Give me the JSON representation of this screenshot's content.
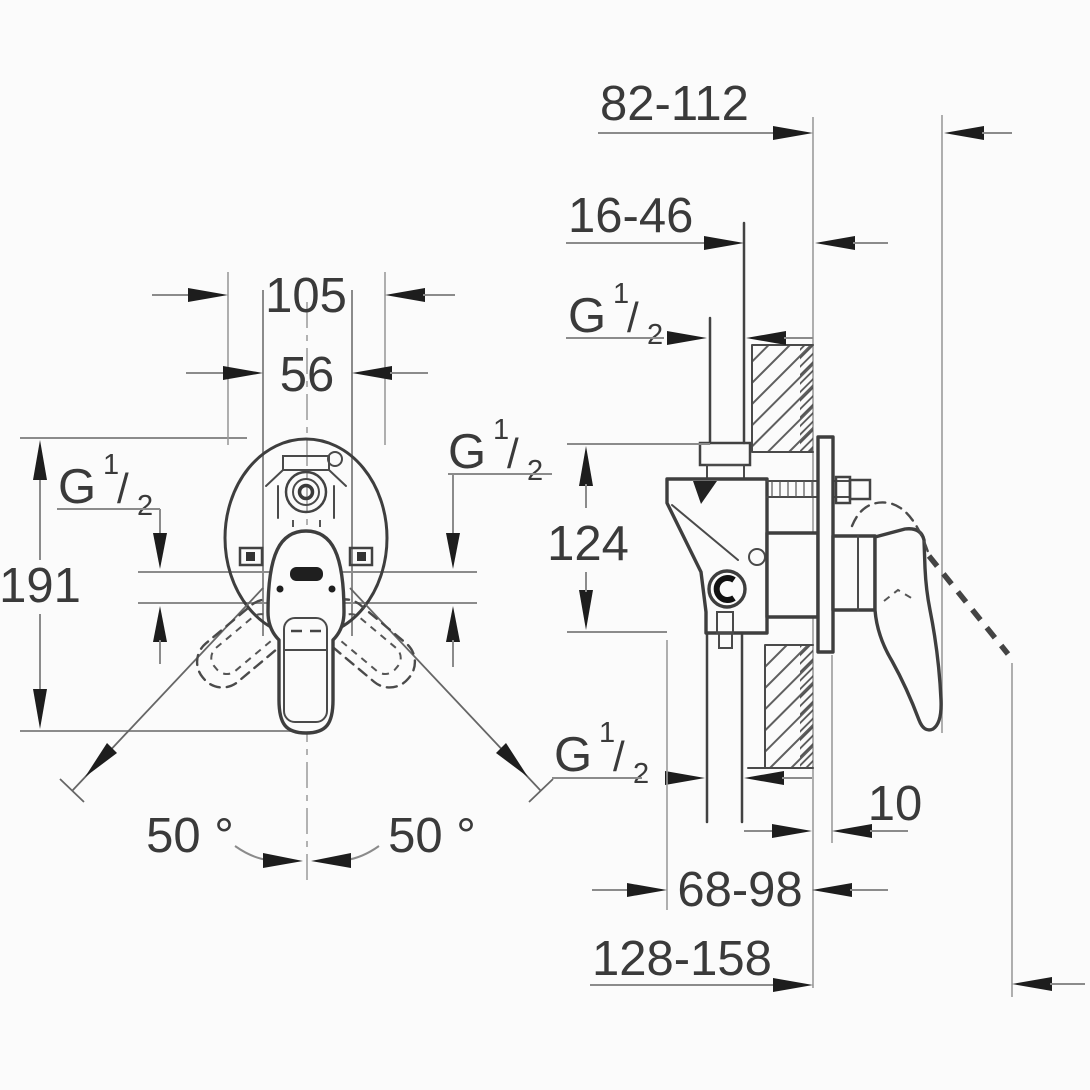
{
  "front_view": {
    "dim_plate_width": "105",
    "dim_body_width": "56",
    "dim_total_height": "191",
    "dim_angle_left": "50 °",
    "dim_angle_right": "50 °",
    "thread_side_left": {
      "g": "G",
      "num": "1",
      "slash": "/",
      "den": "2"
    },
    "thread_side_right": {
      "g": "G",
      "num": "1",
      "slash": "/",
      "den": "2"
    }
  },
  "side_view": {
    "dim_wall_to_closed_handle": "82-112",
    "dim_rough_in_depth": "16-46",
    "thread_top_outlet": {
      "g": "G",
      "num": "1",
      "slash": "/",
      "den": "2"
    },
    "dim_port_height": "124",
    "thread_bottom_inlet": {
      "g": "G",
      "num": "1",
      "slash": "/",
      "den": "2"
    },
    "dim_plate_thickness": "10",
    "dim_body_depth": "68-98",
    "dim_wall_to_open_handle": "128-158"
  },
  "colors": {
    "background": "#fbfbfb",
    "drawing_line": "#3e3e3e",
    "dimension_line": "#8b8b8b",
    "arrow": "#1d1d1d",
    "text": "#3a3a3a"
  }
}
